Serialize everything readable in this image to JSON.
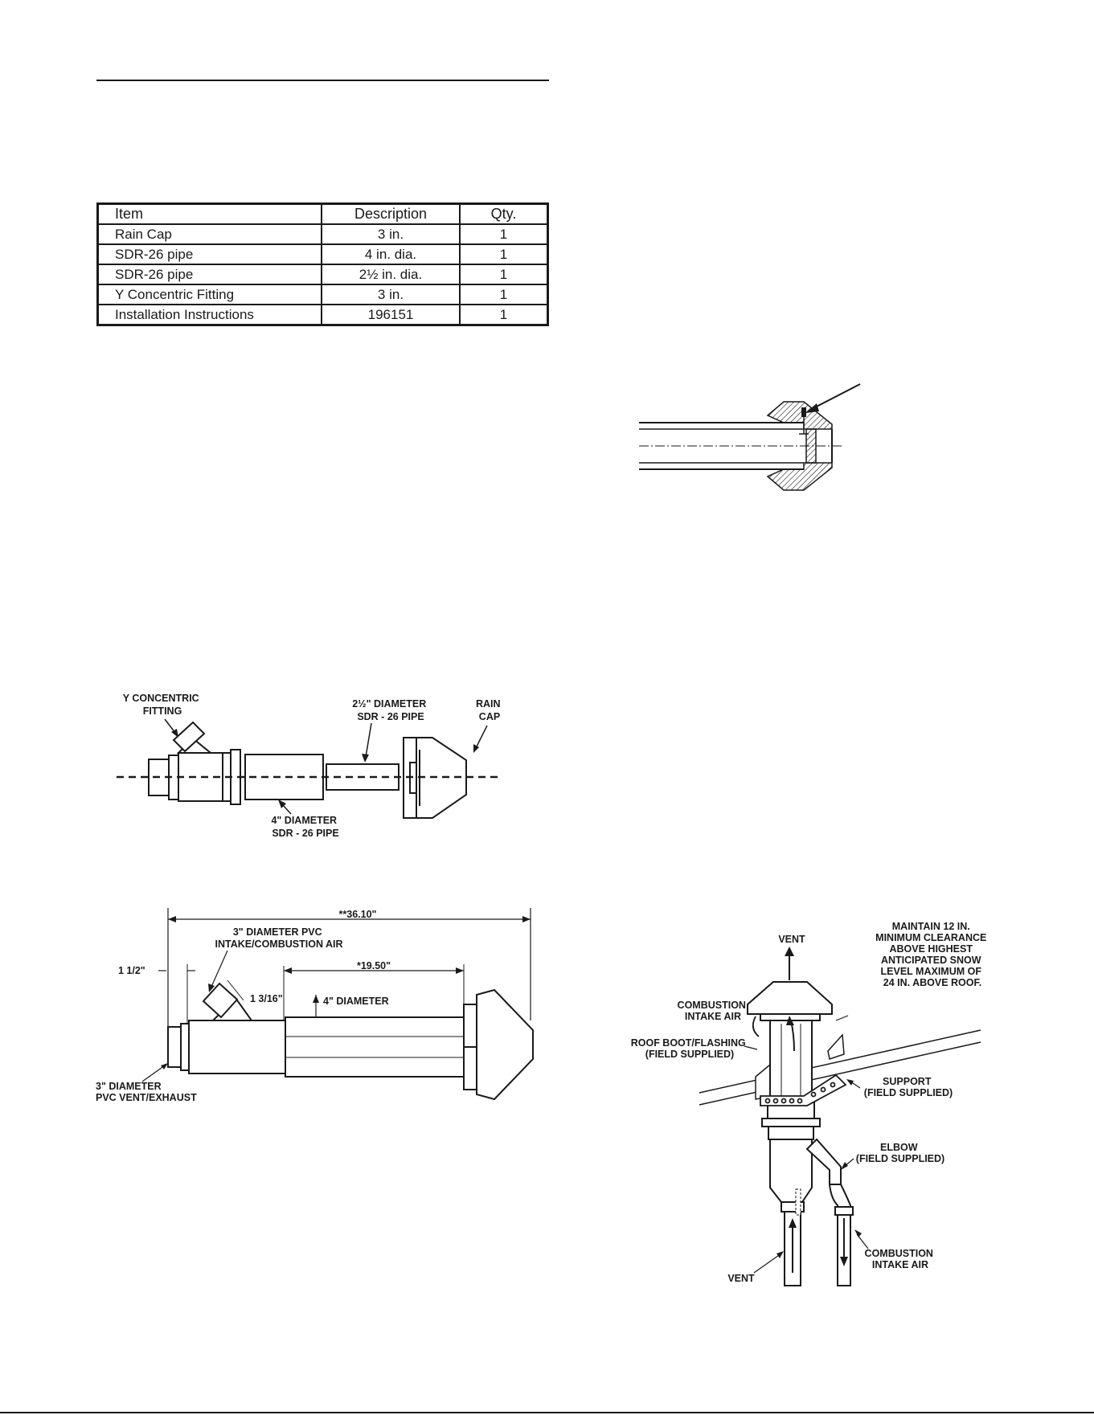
{
  "parts_table": {
    "headers": [
      "Item",
      "Description",
      "Qty."
    ],
    "rows": [
      [
        "Rain Cap",
        "3 in.",
        "1"
      ],
      [
        "SDR-26 pipe",
        "4 in. dia.",
        "1"
      ],
      [
        "SDR-26 pipe",
        "2½ in. dia.",
        "1"
      ],
      [
        "Y Concentric Fitting",
        "3 in.",
        "1"
      ],
      [
        "Installation Instructions",
        "196151",
        "1"
      ]
    ]
  },
  "exploded_figure": {
    "y_fitting_label": [
      "Y CONCENTRIC",
      "FITTING"
    ],
    "small_pipe_label": [
      "2½\" DIAMETER",
      "SDR - 26 PIPE"
    ],
    "rain_cap_label": [
      "RAIN",
      "CAP"
    ],
    "large_pipe_label": [
      "4\" DIAMETER",
      "SDR - 26 PIPE"
    ]
  },
  "dimension_figure": {
    "overall_length": "**36.10\"",
    "intake_label": [
      "3\" DIAMETER PVC",
      "INTAKE/COMBUSTION AIR"
    ],
    "offset_left": "1 1/2\"",
    "cap_length": "*19.50\"",
    "offset_fitting": "1 3/16\"",
    "pipe_diameter": "4\" DIAMETER",
    "vent_label": [
      "3\" DIAMETER",
      "PVC VENT/EXHAUST"
    ]
  },
  "roof_figure": {
    "vent_top": "VENT",
    "clearance_note": [
      "MAINTAIN 12 IN.",
      "MINIMUM CLEARANCE",
      "ABOVE HIGHEST",
      "ANTICIPATED SNOW",
      "LEVEL MAXIMUM OF",
      "24 IN. ABOVE ROOF."
    ],
    "combustion_top": [
      "COMBUSTION",
      "INTAKE AIR"
    ],
    "roof_boot": [
      "ROOF BOOT/FLASHING",
      "(FIELD SUPPLIED)"
    ],
    "support": [
      "SUPPORT",
      "(FIELD SUPPLIED)"
    ],
    "elbow": [
      "ELBOW",
      "(FIELD SUPPLIED)"
    ],
    "vent_bottom": "VENT",
    "combustion_bottom": [
      "COMBUSTION",
      "INTAKE AIR"
    ]
  }
}
